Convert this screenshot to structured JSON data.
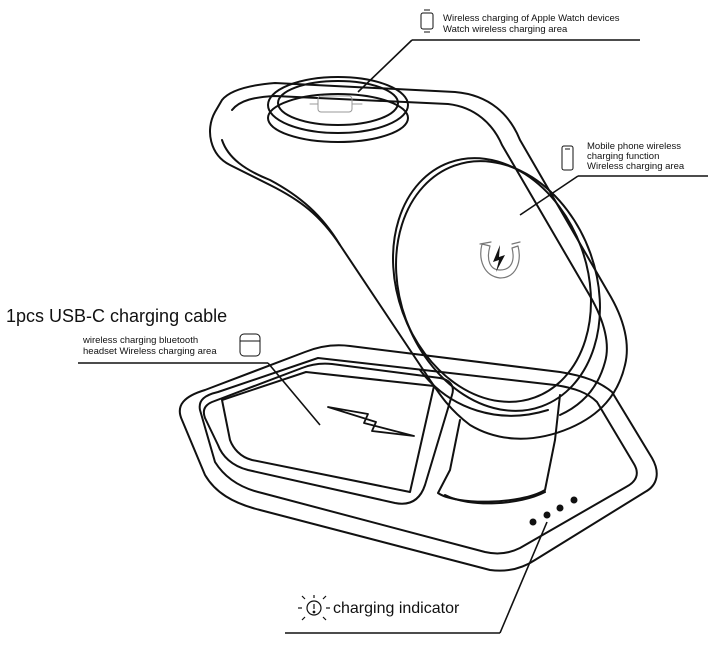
{
  "callouts": {
    "watch": {
      "line1": "Wireless charging of Apple Watch devices",
      "line2": "Watch wireless charging area",
      "icon": "watch-icon"
    },
    "phone": {
      "line1": "Mobile phone wireless",
      "line2": "charging function",
      "line3": "Wireless charging area",
      "icon": "phone-icon"
    },
    "cable": {
      "text": "1pcs USB-C charging cable"
    },
    "earbuds": {
      "line1": "wireless charging bluetooth",
      "line2": "headset Wireless charging area",
      "icon": "earbuds-case-icon"
    },
    "indicator": {
      "text": "charging indicator",
      "icon": "indicator-light-icon"
    }
  },
  "colors": {
    "stroke": "#111111",
    "background": "#ffffff"
  }
}
